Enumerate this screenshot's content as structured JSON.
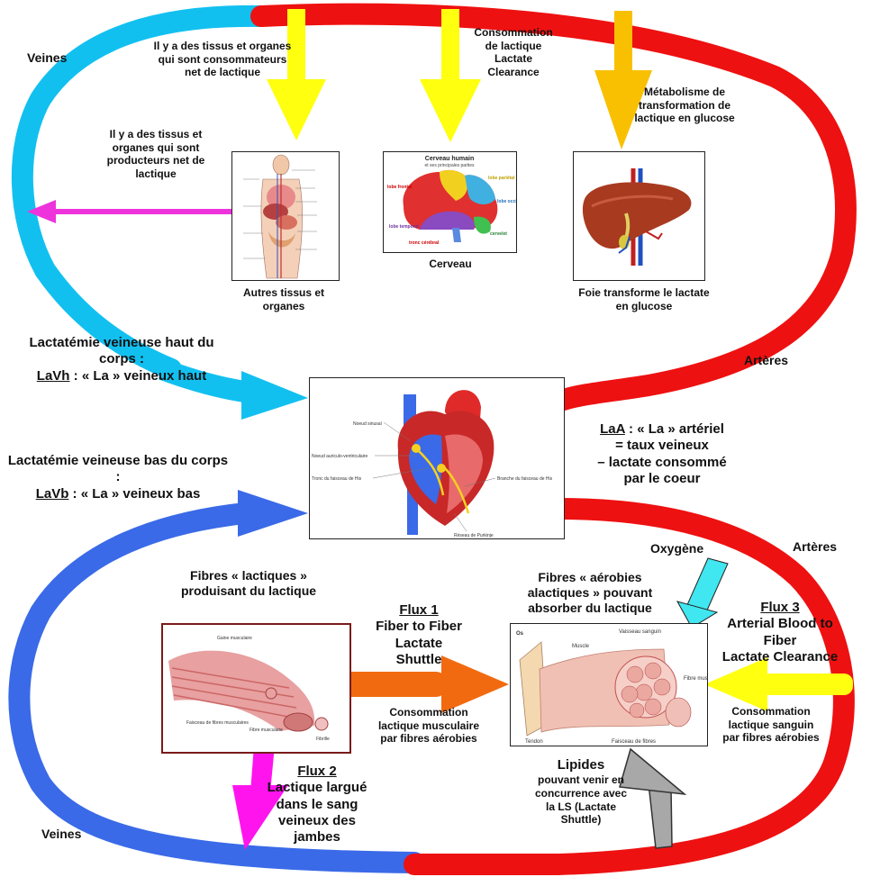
{
  "labels": {
    "veines_top": "Veines",
    "veines_bottom": "Veines",
    "arteres_top": "Artères",
    "arteres_bottom": "Artères",
    "oxygene": "Oxygène",
    "tissus_consommateurs": "Il y a des tissus et organes qui sont consommateurs net de lactique",
    "consommation_clearance": [
      "Consommation",
      "de lactique",
      "Lactate",
      "Clearance"
    ],
    "metabolisme": "Métabolisme de transformation de lactique en glucose",
    "tissus_producteurs": "Il y a des tissus et organes qui sont producteurs net de lactique",
    "cerveau_caption": "Cerveau",
    "autres_caption": "Autres tissus et organes",
    "foie_caption": "Foie transforme le lactate en glucose",
    "lavh_line1": "Lactatémie veineuse haut du corps :",
    "lavh_abbr": "LaVh",
    "lavh_rest": " : « La » veineux haut",
    "lavb_line1": "Lactatémie veineuse bas du corps :",
    "lavb_abbr": "LaVb",
    "lavb_rest": " : « La » veineux bas",
    "laa_abbr": "LaA",
    "laa_rest": " : « La » artériel",
    "laa_line2": "= taux veineux",
    "laa_line3": "– lactate consommé",
    "laa_line4": "par le coeur",
    "fibres_lactiques": "Fibres « lactiques » produisant du lactique",
    "fibres_aerobies": "Fibres « aérobies alactiques » pouvant absorber du lactique",
    "flux1_title": "Flux 1",
    "flux1_body": [
      "Fiber to Fiber",
      "Lactate",
      "Shuttle"
    ],
    "flux1_consommation": "Consommation lactique musculaire par fibres aérobies",
    "flux2_title": "Flux 2",
    "flux2_body": [
      "Lactique largué",
      "dans le sang",
      "veineux des",
      "jambes"
    ],
    "flux3_title": "Flux 3",
    "flux3_body": [
      "Arterial Blood to",
      "Fiber",
      "Lactate Clearance"
    ],
    "flux3_consommation": "Consommation lactique sanguin par fibres aérobies",
    "lipides_title": "Lipides",
    "lipides_body": "pouvant venir en concurrence avec la LS (Lactate Shuttle)"
  },
  "image_labels": {
    "brain_title": "Cerveau humain",
    "brain_subtitle": "et ses principales parties",
    "brain_frontal": "lobe frontal",
    "brain_parietal": "lobe pariétal",
    "brain_occipital": "lobe occipital",
    "brain_temporal": "lobe temporal",
    "brain_cervelet": "cervelet",
    "brain_tronc": "tronc cérébral",
    "heart_noeud_sinusal": "Noeud sinusal",
    "heart_noeud_av": "Noeud auriculo-ventriculaire",
    "heart_tronc_his": "Tronc du faisceau de His",
    "heart_branche_his": "Branche du faisceau de His",
    "heart_purkinje": "Réseau de Purkinje",
    "muscle1_gaine": "Gaine musculaire",
    "muscle1_faisceau": "Faisceau de fibres musculaires",
    "muscle1_fibre": "Fibre musculaire",
    "muscle1_fibrille": "Fibrille",
    "muscle2_os": "Os",
    "muscle2_muscle": "Muscle",
    "muscle2_vaisseau": "Vaisseau sanguin",
    "muscle2_fibre": "Fibre musculaire",
    "muscle2_tendon": "Tendon",
    "muscle2_faisceau": "Faisceau de fibres"
  },
  "colors": {
    "vein_upper": "#12c0f0",
    "vein_lower": "#3a6ae8",
    "artery": "#ee1111",
    "yellow_arrow": "#ffff10",
    "orange_arrow": "#f26a10",
    "gold_arrow": "#f8c000",
    "magenta": "#ff14ee",
    "magenta_line": "#ee33dd",
    "cyan_arrow": "#40e6f0",
    "gray_arrow": "#a8a8a8"
  }
}
